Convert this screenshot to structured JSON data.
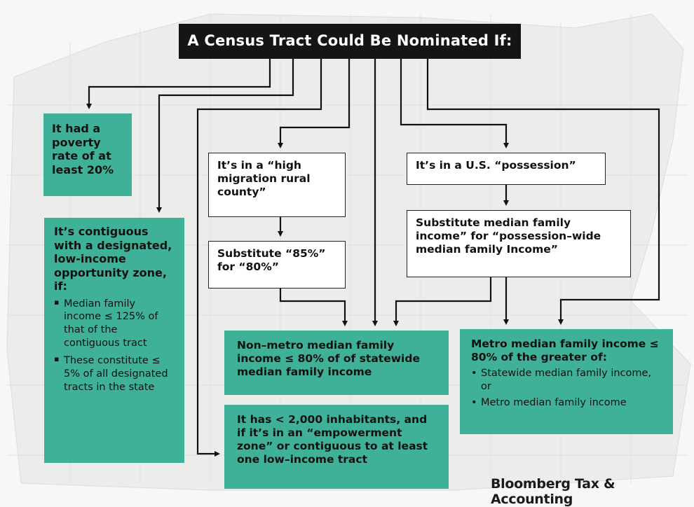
{
  "title": "A Census Tract Could Be Nominated If:",
  "boxes": {
    "poverty": "It had a poverty rate of at least 20%",
    "contiguous": {
      "heading": "It’s contiguous with a designated, low-income opportunity zone, if:",
      "bullets": [
        "Median family income ≤ 125% of that of the contiguous tract",
        "These constitute ≤ 5% of all designated tracts in the state"
      ]
    },
    "high_migration": "It’s in a “high migration rural county”",
    "substitute_85": "Substitute “85%” for “80%”",
    "possession": "It’s in a U.S. “possession”",
    "substitute_possession": "Substitute median family income” for “possession–wide median family Income”",
    "non_metro": "Non–metro median family income ≤ 80% of of statewide median family income",
    "inhabitants": "It has < 2,000 inhabitants, and if it’s in an “empowerment zone” or contiguous to at least one low–income tract",
    "metro": {
      "heading": "Metro median family income ≤ 80% of the greater of:",
      "bullets": [
        "Statewide median family income, or",
        "Metro median family income"
      ]
    }
  },
  "brand": "Bloomberg Tax & Accounting",
  "colors": {
    "teal": "#3fb198",
    "title_bg": "#151515",
    "line": "#111111"
  }
}
